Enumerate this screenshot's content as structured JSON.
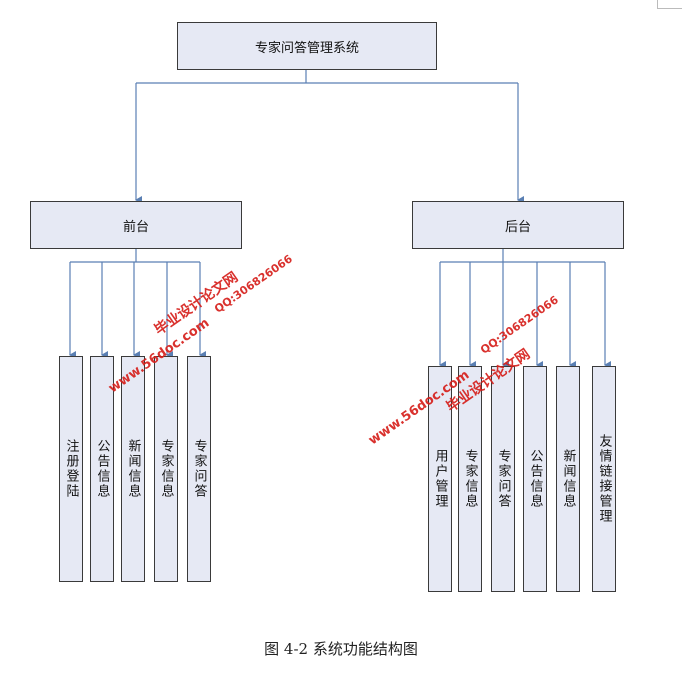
{
  "root": "专家问答管理系统",
  "left": {
    "title": "前台",
    "items": [
      "注册登陆",
      "公告信息",
      "新闻信息",
      "专家信息",
      "专家问答"
    ]
  },
  "right": {
    "title": "后台",
    "items": [
      "用户管理",
      "专家信息",
      "专家问答",
      "公告信息",
      "新闻信息",
      "友情链接管理"
    ]
  },
  "watermarks": {
    "site": "www.56doc.com",
    "brand": "毕业设计论文网",
    "qq": "QQ:306826066"
  },
  "caption": "图 4-2 系统功能结构图",
  "colors": {
    "line": "#5a7fb3",
    "box": "#e6e9f4",
    "watermark": "#d6201c"
  }
}
